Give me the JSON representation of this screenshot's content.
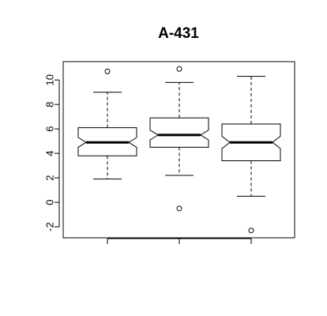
{
  "chart_data": {
    "type": "boxplot",
    "title": "A-431",
    "xlabel": "",
    "ylabel": "",
    "notched": true,
    "ylim": [
      -2.9,
      11.5
    ],
    "yticks": [
      -2,
      0,
      2,
      4,
      6,
      8,
      10
    ],
    "ytick_labels": [
      "-2",
      "0",
      "2",
      "4",
      "6",
      "8",
      "10"
    ],
    "categories": [
      "",
      "",
      ""
    ],
    "boxes": [
      {
        "whisker_low": 1.9,
        "q1": 3.8,
        "median": 4.9,
        "q3": 6.1,
        "whisker_high": 9.0,
        "notch_low": 4.5,
        "notch_high": 5.3,
        "outliers": [
          10.7
        ]
      },
      {
        "whisker_low": 2.2,
        "q1": 4.5,
        "median": 5.5,
        "q3": 6.9,
        "whisker_high": 9.8,
        "notch_low": 5.1,
        "notch_high": 5.9,
        "outliers": [
          10.9,
          -0.5
        ]
      },
      {
        "whisker_low": 0.5,
        "q1": 3.4,
        "median": 4.9,
        "q3": 6.4,
        "whisker_high": 10.3,
        "notch_low": 4.4,
        "notch_high": 5.4,
        "outliers": [
          -2.3
        ]
      }
    ],
    "colors": {
      "box_fill": "#ffffff",
      "stroke": "#000000"
    }
  }
}
